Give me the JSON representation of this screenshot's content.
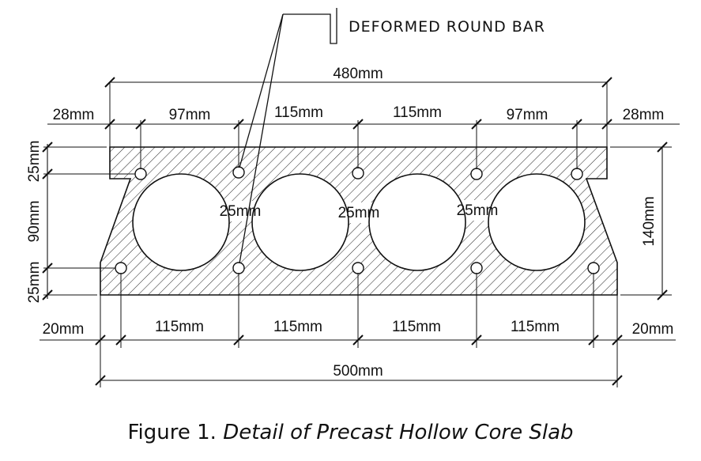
{
  "callout": {
    "label": "DEFORMED ROUND BAR"
  },
  "dimensions": {
    "top_overall": "480mm",
    "top_left_edge": "28mm",
    "top_spans": [
      "97mm",
      "115mm",
      "115mm",
      "97mm"
    ],
    "top_right_edge": "28mm",
    "bottom_overall": "500mm",
    "bottom_left_edge": "20mm",
    "bottom_spans": [
      "115mm",
      "115mm",
      "115mm",
      "115mm"
    ],
    "bottom_right_edge": "20mm",
    "left_top": "25mm",
    "left_middle": "90mm",
    "left_bottom": "25mm",
    "right_height": "140mm",
    "web_widths": [
      "25mm",
      "25mm",
      "25mm"
    ]
  },
  "caption": {
    "prefix": "Figure 1. ",
    "title": "Detail of Precast Hollow Core Slab"
  },
  "colors": {
    "line": "#111111",
    "background": "#ffffff"
  }
}
